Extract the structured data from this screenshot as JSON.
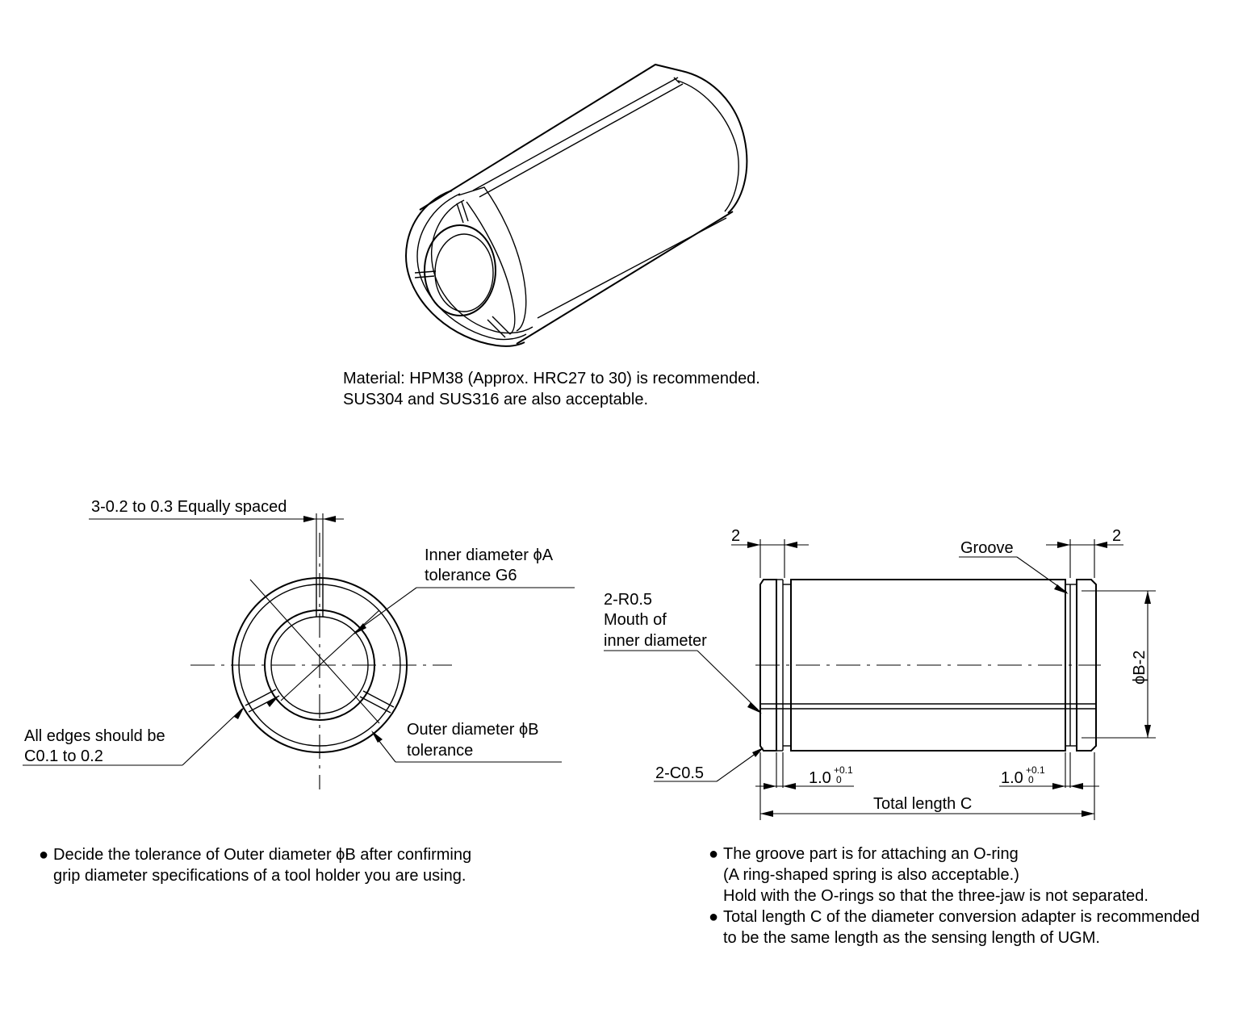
{
  "material_note": {
    "line1": "Material: HPM38 (Approx. HRC27 to 30) is recommended.",
    "line2": "SUS304 and SUS316 are also acceptable."
  },
  "front_view": {
    "slit_label": "3-0.2 to 0.3 Equally spaced",
    "inner_label_1": "Inner diameter ϕA",
    "inner_label_2": "tolerance G6",
    "edges_label_1": "All edges should be",
    "edges_label_2": "C0.1 to 0.2",
    "outer_label_1": "Outer diameter ϕB",
    "outer_label_2": "tolerance",
    "note_line1": "Decide the tolerance of Outer diameter ϕB after confirming",
    "note_line2": "grip diameter specifications of a tool holder you are using."
  },
  "side_view": {
    "dim_left": "2",
    "dim_right": "2",
    "groove_label": "Groove",
    "radius_label_1": "2-R0.5",
    "radius_label_2": "Mouth of",
    "radius_label_3": "inner diameter",
    "chamfer_label": "2-C0.5",
    "groove_width_left": "1.0",
    "groove_width_right": "1.0",
    "tol_upper": "+0.1",
    "tol_lower": "0",
    "diameter_label": "ϕB-2",
    "length_label": "Total length C",
    "note1_line1": "The groove part is for attaching an O-ring",
    "note1_line2": "(A ring-shaped spring is also acceptable.)",
    "note1_line3": "Hold with the O-rings so that the three-jaw is not separated.",
    "note2_line1": "Total length C of the diameter conversion adapter is recommended",
    "note2_line2": "to be the same length as the sensing length of UGM."
  },
  "bullet_symbol": "●"
}
